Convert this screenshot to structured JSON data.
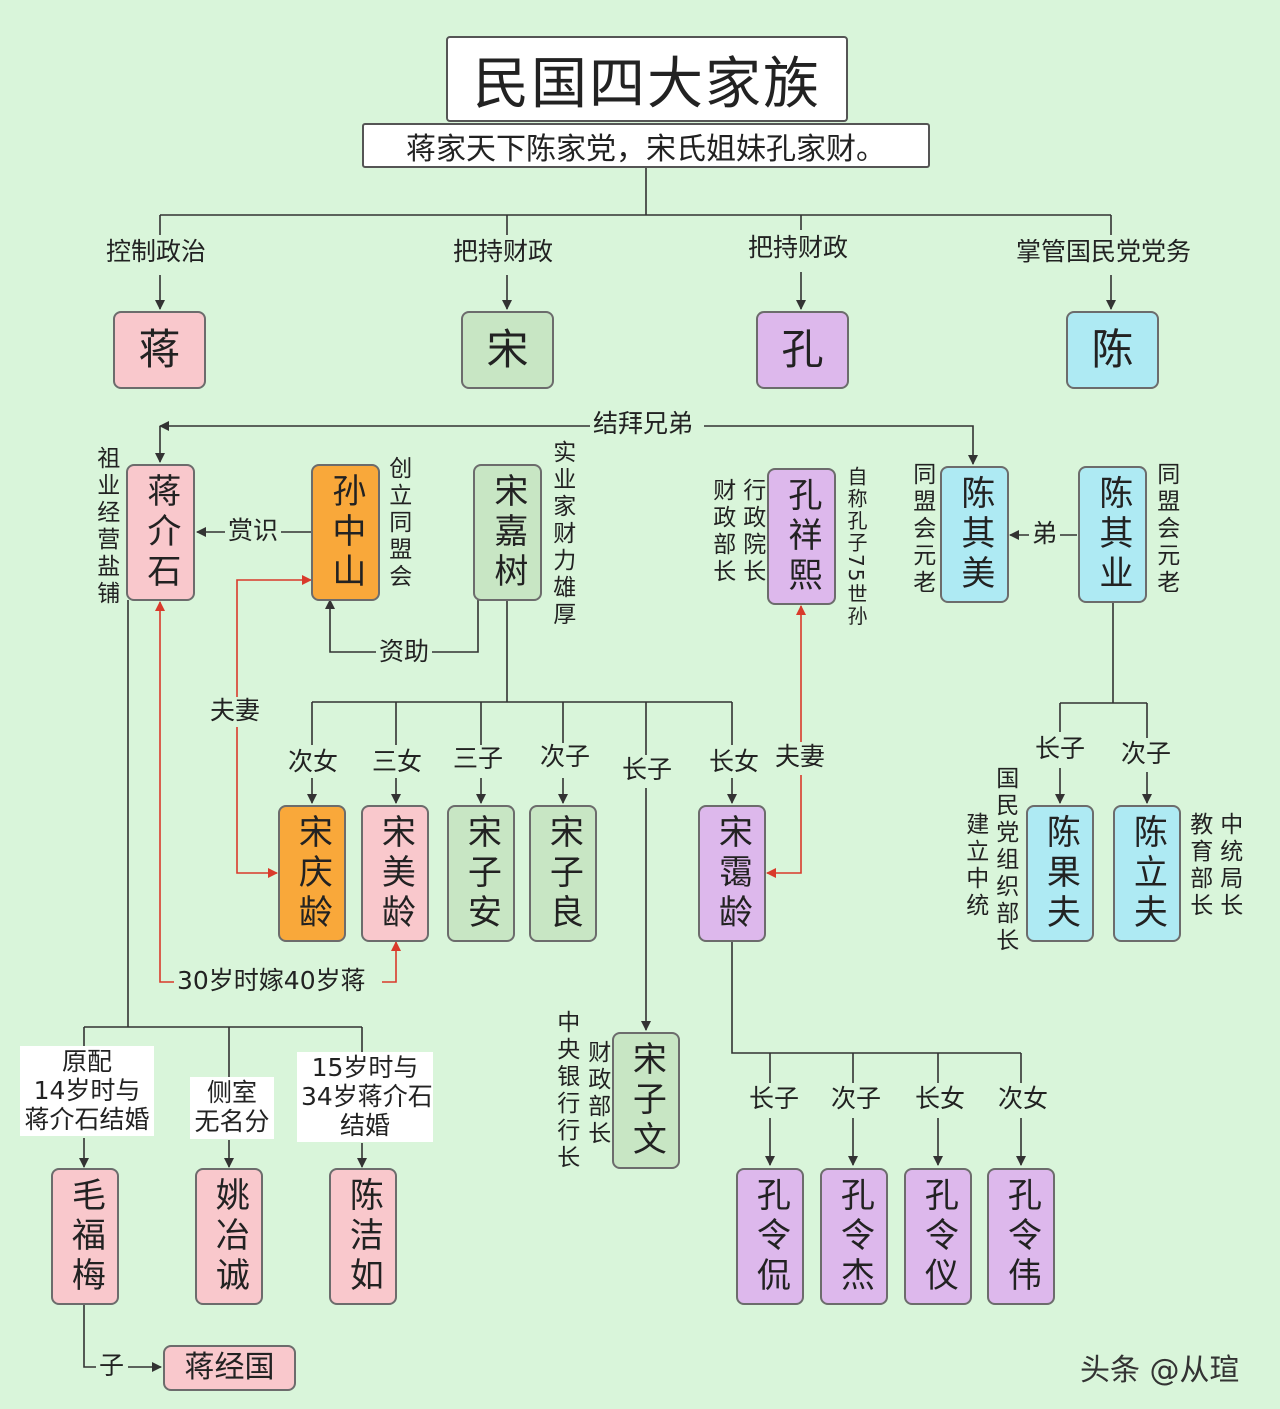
{
  "title": "民国四大家族",
  "subtitle": "蒋家天下陈家党，宋氏姐妹孔家财。",
  "roles": [
    "控制政治",
    "把持财政",
    "把持财政",
    "掌管国民党党务"
  ],
  "families": [
    "蒋",
    "宋",
    "孔",
    "陈"
  ],
  "relations": {
    "sworn_brothers": "结拜兄弟",
    "appreciated": "赏识",
    "funded": "资助",
    "younger_brother": "弟",
    "couple_left": "夫妻",
    "couple_right": "夫妻",
    "marriage_note": "30岁时嫁40岁蒋",
    "son": "子"
  },
  "people": {
    "jiang_jieshi": "蒋介石",
    "sun_zhongshan": "孙中山",
    "song_jiashu": "宋嘉树",
    "kong_xiangxi": "孔祥熙",
    "chen_qimei": "陈其美",
    "chen_qiye": "陈其业",
    "song_qingling": "宋庆龄",
    "song_meiling": "宋美龄",
    "song_zian": "宋子安",
    "song_ziliang": "宋子良",
    "song_ailing": "宋霭龄",
    "song_ziwen": "宋子文",
    "chen_guofu": "陈果夫",
    "chen_lifu": "陈立夫",
    "mao_fumei": "毛福梅",
    "yao_yecheng": "姚冶诚",
    "chen_jieru": "陈洁如",
    "jiang_jingguo": "蒋经国",
    "kong_lingkan": "孔令侃",
    "kong_lingjie": "孔令杰",
    "kong_lingyi": "孔令仪",
    "kong_lingwei": "孔令伟"
  },
  "notes": {
    "jiang": "祖业经营盐铺",
    "sun": "创立同盟会",
    "song_jiashu": "实业家财力雄厚",
    "kong_col1": "行政院长",
    "kong_col2": "财政部长",
    "kong_right": "自称孔子75世孙",
    "chen_qimei": "同盟会元老",
    "chen_qiye": "同盟会元老",
    "chen_guofu_col1": "国民党组织部长",
    "chen_guofu_col2": "建立中统",
    "chen_lifu_col1": "中统局长",
    "chen_lifu_col2": "教育部长",
    "song_ziwen_col1": "财政部长",
    "song_ziwen_col2": "中央银行行长"
  },
  "song_children_roles": [
    "次女",
    "三女",
    "三子",
    "次子",
    "长子",
    "长女"
  ],
  "chen_children_roles": [
    "长子",
    "次子"
  ],
  "kong_children_roles": [
    "长子",
    "次子",
    "长女",
    "次女"
  ],
  "wives": {
    "mao_line1": "原配",
    "mao_line2": "14岁时与",
    "mao_line3": "蒋介石结婚",
    "yao_line1": "侧室",
    "yao_line2": "无名分",
    "chen_line1": "15岁时与",
    "chen_line2": "34岁蒋介石",
    "chen_line3": "结婚"
  },
  "watermark": "头条 @从瑄",
  "colors": {
    "background": "#d9f5da",
    "jiang": "#f9c8cc",
    "song": "#c8e6c4",
    "kong": "#ddb8ec",
    "chen": "#aeeaf3",
    "sun": "#f9a83a",
    "line": "#333333",
    "marriage_line": "#d93a2b"
  }
}
